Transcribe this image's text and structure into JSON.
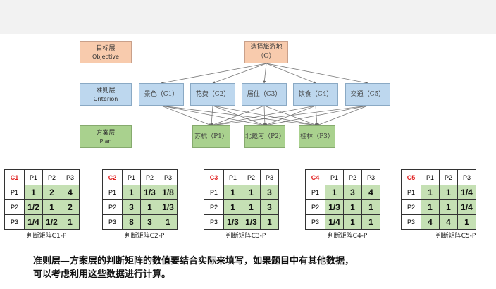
{
  "levels": {
    "objective": {
      "cn": "目标层",
      "en": "Objective"
    },
    "criterion": {
      "cn": "准则层",
      "en": "Criterion"
    },
    "plan": {
      "cn": "方案层",
      "en": "Plan"
    }
  },
  "goal": {
    "line1": "选择旅游地",
    "line2": "（O）"
  },
  "criteria": [
    "景色（C1）",
    "花费（C2）",
    "居住（C3）",
    "饮食（C4）",
    "交通（C5）"
  ],
  "plans": [
    "苏杭（P1）",
    "北戴河（P2）",
    "桂林（P3）"
  ],
  "matrices": [
    {
      "name": "C1",
      "cols": [
        "P1",
        "P2",
        "P3"
      ],
      "rows": [
        {
          "label": "P1",
          "values": [
            "1",
            "2",
            "4"
          ]
        },
        {
          "label": "P2",
          "values": [
            "1/2",
            "1",
            "2"
          ]
        },
        {
          "label": "P3",
          "values": [
            "1/4",
            "1/2",
            "1"
          ]
        }
      ],
      "caption": "判断矩阵C1-P"
    },
    {
      "name": "C2",
      "cols": [
        "P1",
        "P2",
        "P3"
      ],
      "rows": [
        {
          "label": "P1",
          "values": [
            "1",
            "1/3",
            "1/8"
          ]
        },
        {
          "label": "P2",
          "values": [
            "3",
            "1",
            "1/3"
          ]
        },
        {
          "label": "P3",
          "values": [
            "8",
            "3",
            "1"
          ]
        }
      ],
      "caption": "判断矩阵C2-P"
    },
    {
      "name": "C3",
      "cols": [
        "P1",
        "P2",
        "P3"
      ],
      "rows": [
        {
          "label": "P1",
          "values": [
            "1",
            "1",
            "3"
          ]
        },
        {
          "label": "P2",
          "values": [
            "1",
            "1",
            "3"
          ]
        },
        {
          "label": "P3",
          "values": [
            "1/3",
            "1/3",
            "1"
          ]
        }
      ],
      "caption": "判断矩阵C3-P"
    },
    {
      "name": "C4",
      "cols": [
        "P1",
        "P2",
        "P3"
      ],
      "rows": [
        {
          "label": "P1",
          "values": [
            "1",
            "3",
            "4"
          ]
        },
        {
          "label": "P2",
          "values": [
            "1/3",
            "1",
            "1"
          ]
        },
        {
          "label": "P3",
          "values": [
            "1/4",
            "1",
            "1"
          ]
        }
      ],
      "caption": "判断矩阵C4-P"
    },
    {
      "name": "C5",
      "cols": [
        "P1",
        "P2",
        "P3"
      ],
      "rows": [
        {
          "label": "P1",
          "values": [
            "1",
            "1",
            "1/4"
          ]
        },
        {
          "label": "P2",
          "values": [
            "1",
            "1",
            "1/4"
          ]
        },
        {
          "label": "P3",
          "values": [
            "4",
            "4",
            "1"
          ]
        }
      ],
      "caption": "判断矩阵C5-P"
    }
  ],
  "note": {
    "line1": "准则层—方案层的判断矩阵的数值要结合实际来填写，如果题目中有其他数据，",
    "line2": "可以考虑利用这些数据进行计算。"
  }
}
